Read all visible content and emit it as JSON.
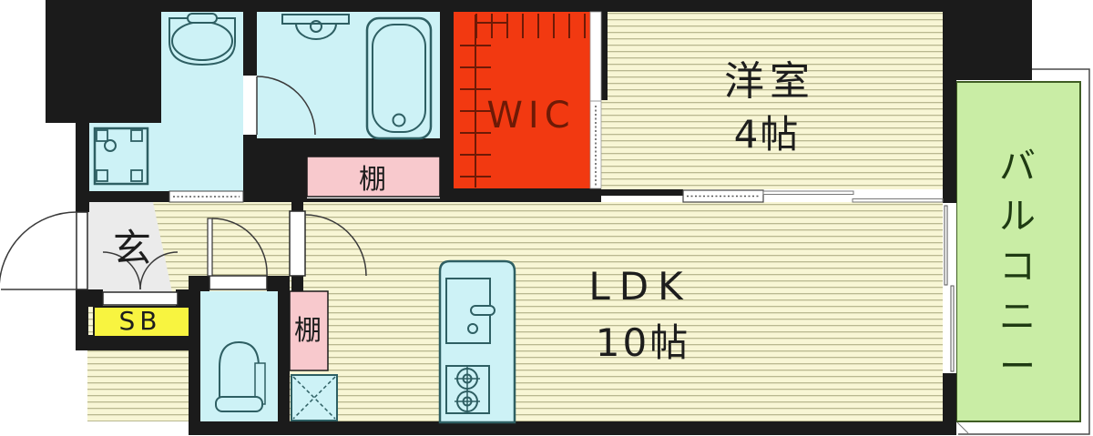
{
  "colors": {
    "wall": "#1b1b1b",
    "floor_bg": "#f8f6d5",
    "floor_line": "#b9b890",
    "wet_room": "#cdf2f6",
    "fixture_line": "#2e5f63",
    "wic_bg": "#f23911",
    "wic_line": "#6e1a06",
    "shelf_bg": "#f8c9cd",
    "sb_bg": "#f8f440",
    "balcony_bg": "#c9eda5",
    "balcony_line": "#3f5d23",
    "balcony_text": "#1e3a12",
    "genkan_bg": "#ebebeb",
    "text": "#1d1d1d"
  },
  "rooms": {
    "western_room": {
      "label": "洋室",
      "size": "4帖"
    },
    "ldk": {
      "label": "LDK",
      "size": "10帖"
    },
    "wic": {
      "label": "WIC"
    },
    "balcony": {
      "label": "バルコニー",
      "chars": [
        "バ",
        "ル",
        "コ",
        "ニ",
        "ー"
      ]
    },
    "entrance": {
      "label": "玄"
    },
    "shoebox": {
      "label": "SB"
    },
    "shelf_bath": {
      "label": "棚"
    },
    "shelf_hall": {
      "label": "棚"
    }
  }
}
